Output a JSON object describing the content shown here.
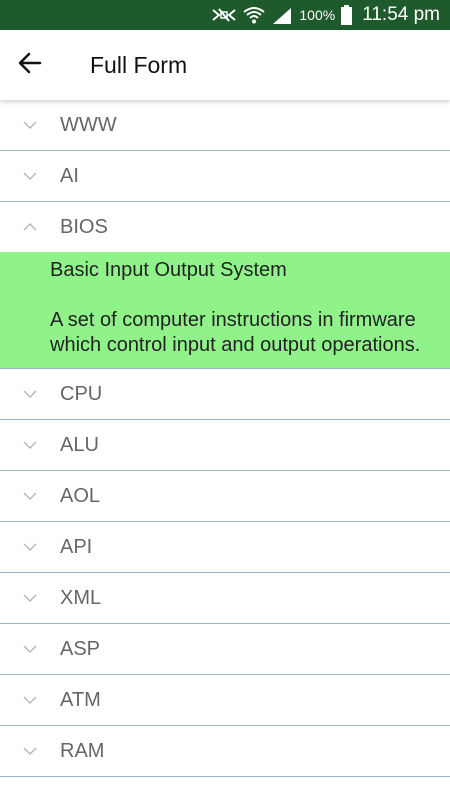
{
  "status_bar": {
    "battery_percent": "100%",
    "time": "11:54 pm",
    "icons": [
      "mute-icon",
      "wifi-icon",
      "signal-icon",
      "battery-icon"
    ]
  },
  "app_bar": {
    "title": "Full Form",
    "back_icon": "arrow-left-icon"
  },
  "items": [
    {
      "label": "WWW",
      "expanded": false
    },
    {
      "label": "AI",
      "expanded": false
    },
    {
      "label": "BIOS",
      "expanded": true
    },
    {
      "label": "CPU",
      "expanded": false
    },
    {
      "label": "ALU",
      "expanded": false
    },
    {
      "label": "AOL",
      "expanded": false
    },
    {
      "label": "API",
      "expanded": false
    },
    {
      "label": "XML",
      "expanded": false
    },
    {
      "label": "ASP",
      "expanded": false
    },
    {
      "label": "ATM",
      "expanded": false
    },
    {
      "label": "RAM",
      "expanded": false
    }
  ],
  "expanded_detail": {
    "full_form": "Basic Input Output System",
    "description": " A set of computer instructions in firmware which control input and output operations."
  },
  "colors": {
    "status_bar": "#1e5a2c",
    "expanded_bg": "#90f38a",
    "divider": "#9bb4c4"
  }
}
